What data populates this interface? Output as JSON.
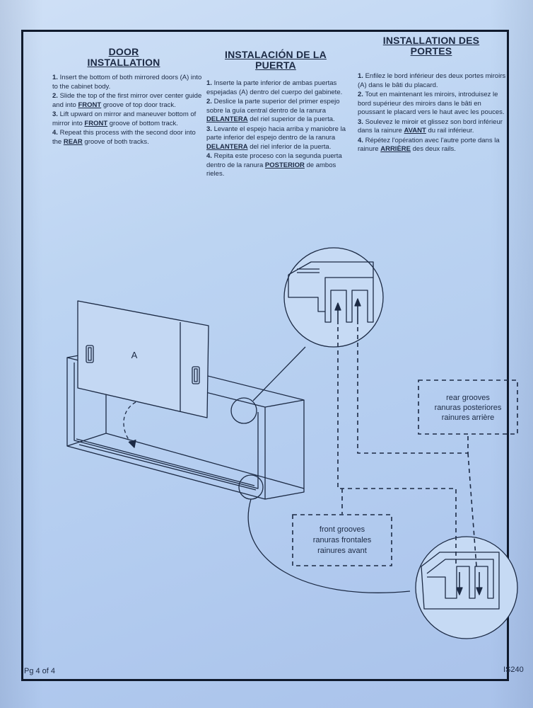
{
  "en": {
    "heading": "DOOR INSTALLATION",
    "steps": [
      {
        "num": "1.",
        "pre": "Insert the bottom of both mirrored doors (A) into to the cabinet body.",
        "kw": "",
        "post": ""
      },
      {
        "num": "2.",
        "pre": "Slide the top of the first mirror over center guide and into",
        "kw": "FRONT",
        "post": "groove of top door track."
      },
      {
        "num": "3.",
        "pre": "Lift upward on mirror and maneuver bottom of mirror into",
        "kw": "FRONT",
        "post": "groove of bottom track."
      },
      {
        "num": "4.",
        "pre": "Repeat this process with the second door into the",
        "kw": "REAR",
        "post": "groove of both tracks."
      }
    ]
  },
  "es": {
    "heading": "INSTALACIÓN DE LA PUERTA",
    "steps": [
      {
        "num": "1.",
        "pre": "Inserte la parte inferior de ambas puertas espejadas (A) dentro del cuerpo del gabinete.",
        "kw": "",
        "post": ""
      },
      {
        "num": "2.",
        "pre": "Deslice la parte superior del primer espejo sobre la guía central dentro de la ranura",
        "kw": "DELANTERA",
        "post": "del riel superior de la puerta."
      },
      {
        "num": "3.",
        "pre": "Levante el espejo hacia arriba y maniobre la parte inferior del espejo dentro de la ranura",
        "kw": "DELANTERA",
        "post": "del riel inferior de la puerta."
      },
      {
        "num": "4.",
        "pre": "Repita este proceso con la segunda puerta dentro de la ranura",
        "kw": "POSTERIOR",
        "post": "de ambos rieles."
      }
    ]
  },
  "fr": {
    "heading": "INSTALLATION DES PORTES",
    "steps": [
      {
        "num": "1.",
        "pre": "Enfilez le bord inférieur des deux portes miroirs (A) dans le bâti du placard.",
        "kw": "",
        "post": ""
      },
      {
        "num": "2.",
        "pre": "Tout en maintenant les miroirs, introduisez le bord supérieur des miroirs dans le bâti en poussant le placard vers le haut avec les pouces.",
        "kw": "",
        "post": ""
      },
      {
        "num": "3.",
        "pre": "Soulevez le miroir et glissez son bord inférieur dans la rainure",
        "kw": "AVANT",
        "post": "du rail inférieur."
      },
      {
        "num": "4.",
        "pre": "Répétez l'opération avec l'autre porte dans la rainure",
        "kw": "ARRIÈRE",
        "post": "des deux rails."
      }
    ]
  },
  "diagram": {
    "part_label": "A",
    "rear_grooves": [
      "rear grooves",
      "ranuras posteriores",
      "rainures arrière"
    ],
    "front_grooves": [
      "front grooves",
      "ranuras frontales",
      "rainures avant"
    ]
  },
  "footer": {
    "page": "Pg 4 of 4",
    "doc_code": "IS240"
  },
  "colors": {
    "paper": "#bcd4f2",
    "ink": "#1c2a44"
  }
}
